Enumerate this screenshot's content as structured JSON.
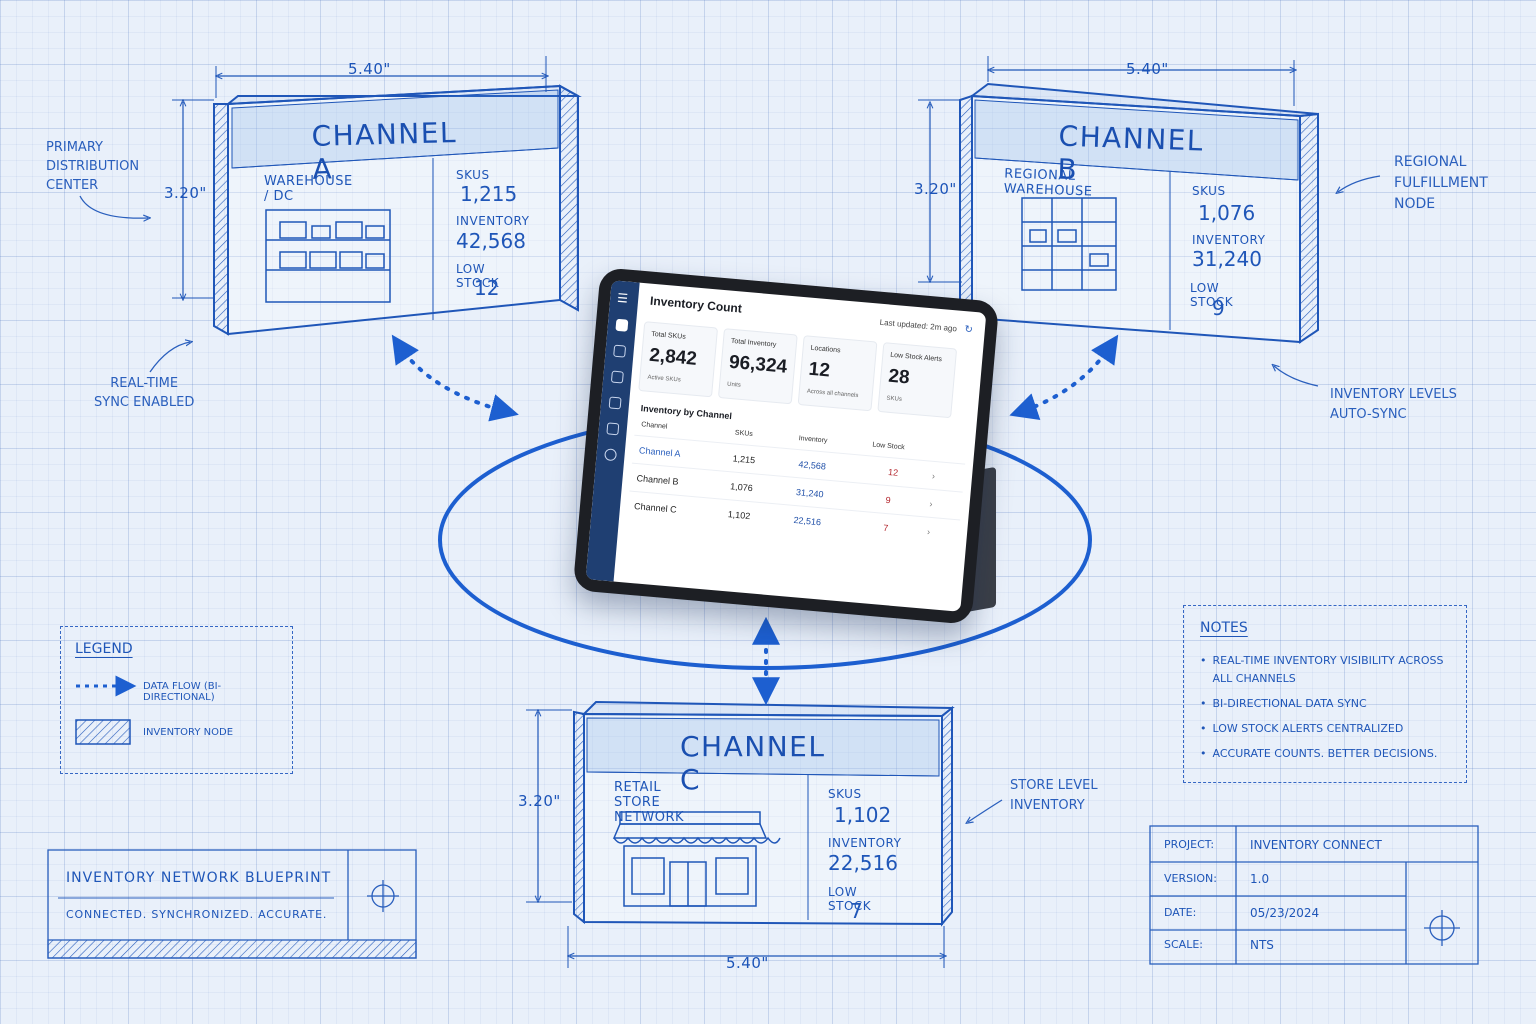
{
  "channels": [
    {
      "title": "CHANNEL A",
      "subtitle": "WAREHOUSE / DC",
      "skus_label": "SKUS",
      "skus": "1,215",
      "inventory_label": "INVENTORY",
      "inventory": "42,568",
      "low_label": "LOW STOCK",
      "low": "12",
      "width_dim": "5.40\"",
      "height_dim": "3.20\""
    },
    {
      "title": "CHANNEL B",
      "subtitle": "REGIONAL WAREHOUSE",
      "skus_label": "SKUs",
      "skus": "1,076",
      "inventory_label": "INVENTORY",
      "inventory": "31,240",
      "low_label": "LOW STOCK",
      "low": "9",
      "width_dim": "5.40\"",
      "height_dim": "3.20\""
    },
    {
      "title": "CHANNEL C",
      "subtitle": "RETAIL STORE NETWORK",
      "skus_label": "SKUs",
      "skus": "1,102",
      "inventory_label": "INVENTORY",
      "inventory": "22,516",
      "low_label": "LOW STOCK",
      "low": "7",
      "width_dim": "5.40\"",
      "height_dim": "3.20\""
    }
  ],
  "annotations": {
    "primary": [
      "PRIMARY",
      "DISTRIBUTION",
      "CENTER"
    ],
    "realtime": [
      "REAL-TIME",
      "SYNC ENABLED"
    ],
    "regional": [
      "REGIONAL",
      "FULFILLMENT",
      "NODE"
    ],
    "autosync": [
      "INVENTORY LEVELS",
      "AUTO-SYNC"
    ],
    "store": [
      "STORE LEVEL",
      "INVENTORY"
    ]
  },
  "legend": {
    "title": "LEGEND",
    "data_flow": "DATA FLOW (BI-DIRECTIONAL)",
    "node": "INVENTORY NODE"
  },
  "notes": {
    "title": "NOTES",
    "items": [
      "REAL-TIME INVENTORY VISIBILITY ACROSS ALL CHANNELS",
      "BI-DIRECTIONAL DATA SYNC",
      "LOW STOCK ALERTS CENTRALIZED",
      "ACCURATE COUNTS. BETTER DECISIONS."
    ]
  },
  "blueprint": {
    "title": "INVENTORY NETWORK BLUEPRINT",
    "tagline": "CONNECTED. SYNCHRONIZED. ACCURATE."
  },
  "titleblock": {
    "project_label": "PROJECT:",
    "project": "INVENTORY CONNECT",
    "version_label": "VERSION:",
    "version": "1.0",
    "date_label": "DATE:",
    "date": "05/23/2024",
    "scale_label": "SCALE:",
    "scale": "NTS"
  },
  "tablet": {
    "title": "Inventory Count",
    "updated": "Last updated: 2m ago",
    "kpis": [
      {
        "label": "Total SKUs",
        "value": "2,842",
        "note": "Active SKUs"
      },
      {
        "label": "Total Inventory",
        "value": "96,324",
        "note": "Units"
      },
      {
        "label": "Locations",
        "value": "12",
        "note": "Across all channels"
      },
      {
        "label": "Low Stock Alerts",
        "value": "28",
        "note": "SKUs"
      }
    ],
    "section_title": "Inventory by Channel",
    "headers": {
      "channel": "Channel",
      "skus": "SKUs",
      "inventory": "Inventory",
      "low": "Low Stock"
    },
    "rows": [
      {
        "channel": "Channel A",
        "skus": "1,215",
        "inventory": "42,568",
        "low": "12"
      },
      {
        "channel": "Channel B",
        "skus": "1,076",
        "inventory": "31,240",
        "low": "9"
      },
      {
        "channel": "Channel C",
        "skus": "1,102",
        "inventory": "22,516",
        "low": "7"
      }
    ]
  },
  "colors": {
    "ink": "#1c54b8",
    "paper": "#e9f0fa",
    "alert": "#b3262d"
  }
}
